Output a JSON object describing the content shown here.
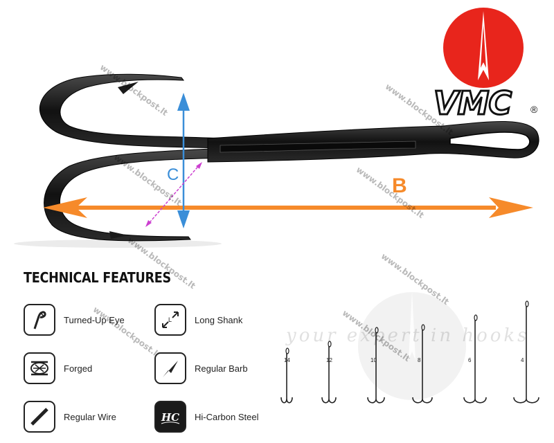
{
  "brand": {
    "name": "VMC",
    "registered": "®",
    "red": "#e8251c"
  },
  "watermark": {
    "site": "www.blockpost.lt",
    "slogan": "your expert in hooks"
  },
  "dimensions": {
    "b_label": "B",
    "c_label": "C",
    "b_color": "#f68a2a",
    "c_color": "#3a8ed8",
    "cut_color": "#cc3fd0"
  },
  "features": {
    "title": "TECHNICAL FEATURES",
    "items": [
      {
        "label": "Turned-Up Eye",
        "icon": "turned-up-eye-icon"
      },
      {
        "label": "Long Shank",
        "icon": "long-shank-icon"
      },
      {
        "label": "Forged",
        "icon": "forged-icon"
      },
      {
        "label": "Regular Barb",
        "icon": "regular-barb-icon"
      },
      {
        "label": "Regular Wire",
        "icon": "regular-wire-icon"
      },
      {
        "label": "Hi-Carbon Steel",
        "icon": "hi-carbon-steel-icon"
      }
    ]
  },
  "sizes": [
    "14",
    "12",
    "10",
    "8",
    "6",
    "4"
  ]
}
